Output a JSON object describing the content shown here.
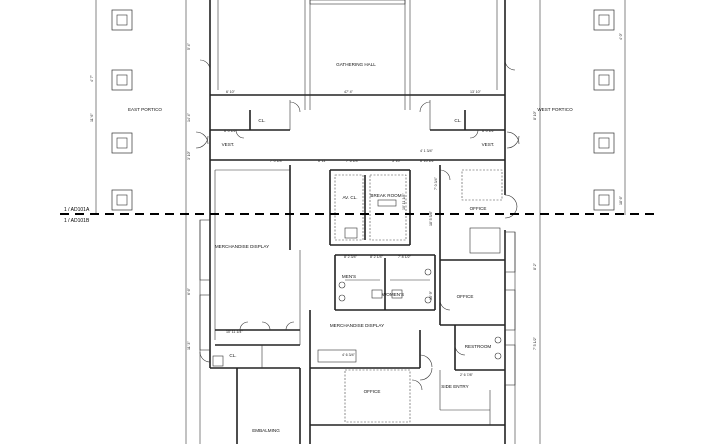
{
  "rooms": {
    "gathering_hall": "GATHERING HALL",
    "east_portico": "EAST PORTICO",
    "west_portico": "WEST PORTICO",
    "vest_left": "VEST.",
    "vest_right": "VEST.",
    "cl_left": "CL.",
    "cl_right": "CL.",
    "av_cl": "AV. CL.",
    "break_room": "BREAK ROOM",
    "office_top": "OFFICE",
    "merch_display_left": "MERCHANDISE DISPLAY",
    "mens": "MEN'S",
    "womens": "WOMEN'S",
    "office_mid": "OFFICE",
    "merch_display_center": "MERCHANDISE DISPLAY",
    "restroom": "RESTROOM",
    "cl_bottom": "CL.",
    "office_bottom": "OFFICE",
    "side_entry": "SIDE ENTRY",
    "embalming": "EMBALMING"
  },
  "cut_line": {
    "tag_a": "1 / AD101A",
    "tag_b": "1 / AD101B"
  },
  "dims": {
    "d1": "6' 10\"",
    "d2": "47' 4\"",
    "d3": "13' 10\"",
    "d4": "6' 0 1/2\"",
    "d5": "6' 0 1/2\"",
    "d6": "7' 0 1/4\"",
    "d7": "6' 11\"",
    "d8": "7' 6 1/4\"",
    "d9": "5' 10\"",
    "d10": "6' 10 1/2\"",
    "d11": "4' 1 3/4\"",
    "d12": "8' 2 3/4\"",
    "d13": "8' 2 1/4\"",
    "d14": "7' 8 1/2\"",
    "d15": "10' 11 1/4\"",
    "d16": "4' 6 3/4\"",
    "d17": "2' 6 7/8\"",
    "d18": "18' 5 5/8\"",
    "d19": "10' 11 1/8\"",
    "d20": "10' 9\"",
    "d21": "7' 0 3/4\"",
    "d22": "11' 3\"",
    "d23": "6' 6\"",
    "d24": "8' 10\"",
    "d25": "5' 4\"",
    "d26": "3' 10\"",
    "d27": "14' 4\"",
    "d28": "7' 5 1/2\"",
    "d29": "8' 2\"",
    "d30": "4' 7\"",
    "d31": "11' 6\"",
    "d32": "4' 0\"",
    "d33": "18' 6\""
  }
}
